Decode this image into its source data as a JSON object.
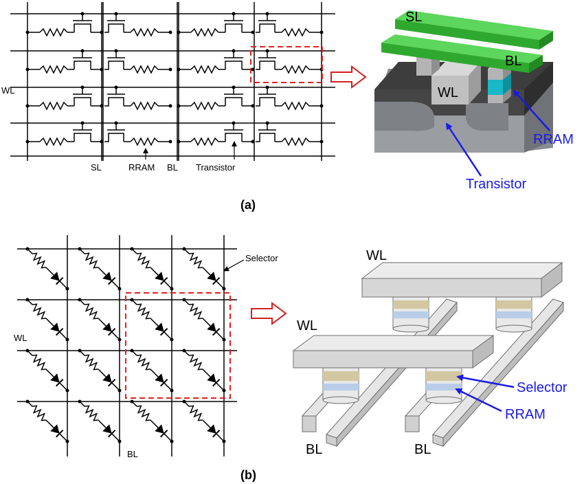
{
  "panel_a": {
    "caption": "(a)",
    "schematic": {
      "wl_label": "WL",
      "sl_label": "SL",
      "rram_label": "RRAM",
      "bl_label": "BL",
      "transistor_label": "Transistor"
    },
    "device": {
      "sl_label": "SL",
      "bl_label": "BL",
      "wl_label": "WL",
      "rram_label": "RRAM",
      "transistor_label": "Transistor"
    }
  },
  "panel_b": {
    "caption": "(b)",
    "schematic": {
      "selector_label": "Selector",
      "wl_label": "WL",
      "bl_label": "BL"
    },
    "device": {
      "wl_top_label": "WL",
      "wl_front_label": "WL",
      "selector_label": "Selector",
      "rram_label": "RRAM",
      "bl_left_label": "BL",
      "bl_right_label": "BL"
    }
  },
  "colors": {
    "highlight_box": "#e02020",
    "arrow_outline": "#d02020",
    "sl_bl_bars": "#3fc43f",
    "rram_cell": "#18b8c8",
    "selector_layer": "#d2c7a0",
    "rram_layer": "#b9cde8",
    "annotation_blue": "#1a1ae6"
  }
}
